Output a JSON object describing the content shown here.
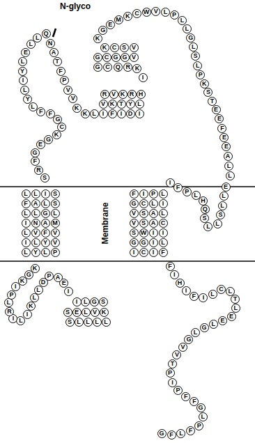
{
  "diagram": {
    "nodes": [
      {
        "text": [
          "L"
        ]
      },
      {
        "text": [
          "L"
        ]
      },
      {
        "text": [
          "L"
        ]
      },
      {
        "text": [
          "L"
        ]
      },
      {
        "text": [
          "S"
        ]
      },
      {
        "text": [
          "S"
        ]
      },
      {
        "text": [
          "E"
        ]
      },
      {
        "text": [
          "L"
        ]
      },
      {
        "text": [
          "V"
        ]
      },
      {
        "text": [
          "K"
        ]
      },
      {
        "text": [
          "S"
        ]
      },
      {
        "text": [
          "G"
        ]
      },
      {
        "text": [
          "L"
        ]
      },
      {
        "text": [
          "I"
        ]
      },
      {
        "text": [
          "I"
        ]
      },
      {
        "text": [
          "E"
        ]
      },
      {
        "text": [
          "A"
        ]
      },
      {
        "text": [
          "P"
        ]
      },
      {
        "text": [
          "D"
        ]
      },
      {
        "text": [
          "L"
        ]
      },
      {
        "text": [
          "L"
        ]
      },
      {
        "text": [
          "K"
        ]
      },
      {
        "text": [
          "I"
        ]
      },
      {
        "text": [
          "L"
        ]
      },
      {
        "text": [
          "I"
        ]
      },
      {
        "text": [
          "R"
        ]
      },
      {
        "text": [
          "L"
        ]
      },
      {
        "text": [
          "P"
        ]
      },
      {
        "text": [
          "I"
        ]
      },
      {
        "text": [
          "K"
        ]
      },
      {
        "text": [
          "G"
        ]
      },
      {
        "text": [
          "K"
        ]
      },
      {
        "text": [
          "L"
        ]
      },
      {
        "text": [
          "L"
        ]
      },
      {
        "text": [
          "I"
        ]
      },
      {
        "text": [
          "S"
        ]
      },
      {
        "text": [
          "F"
        ]
      },
      {
        "text": [
          "A"
        ]
      },
      {
        "text": [
          "L"
        ]
      },
      {
        "text": [
          "S"
        ]
      },
      {
        "text": [
          "L"
        ]
      },
      {
        "text": [
          "L"
        ]
      },
      {
        "text": [
          "G"
        ]
      },
      {
        "text": [
          "L"
        ]
      },
      {
        "text": [
          "I"
        ]
      },
      {
        "text": [
          "N"
        ]
      },
      {
        "text": [
          "A"
        ]
      },
      {
        "text": [
          "M"
        ]
      },
      {
        "text": [
          "L"
        ]
      },
      {
        "text": [
          "V"
        ]
      },
      {
        "text": [
          "F"
        ]
      },
      {
        "text": [
          "V"
        ]
      },
      {
        "text": [
          "I"
        ]
      },
      {
        "text": [
          "L"
        ]
      },
      {
        "text": [
          "Y"
        ]
      },
      {
        "text": [
          "V"
        ]
      },
      {
        "text": [
          "L"
        ]
      },
      {
        "text": [
          "Y"
        ]
      },
      {
        "text": [
          "L"
        ]
      },
      {
        "text": [
          "P"
        ]
      },
      {
        "text": [
          "S"
        ]
      },
      {
        "text": [
          "R"
        ]
      },
      {
        "text": [
          "F"
        ]
      },
      {
        "text": [
          "G"
        ]
      },
      {
        "text": [
          "E"
        ]
      },
      {
        "text": [
          "G"
        ]
      },
      {
        "text": [
          "K"
        ]
      },
      {
        "text": [
          "C"
        ]
      },
      {
        "text": [
          "G"
        ]
      },
      {
        "text": [
          "F"
        ]
      },
      {
        "text": [
          "F"
        ]
      },
      {
        "text": [
          "L"
        ]
      },
      {
        "text": [
          "Y"
        ]
      },
      {
        "text": [
          "L"
        ]
      },
      {
        "text": [
          "I"
        ]
      },
      {
        "text": [
          "Y"
        ]
      },
      {
        "text": [
          "L"
        ]
      },
      {
        "text": [
          "E"
        ]
      },
      {
        "text": [
          "L"
        ]
      },
      {
        "text": [
          "L"
        ]
      },
      {
        "text": [
          "Q"
        ]
      },
      {
        "text": [
          "N"
        ]
      },
      {
        "text": [
          "A"
        ]
      },
      {
        "text": [
          "T"
        ]
      },
      {
        "text": [
          "F"
        ]
      },
      {
        "text": [
          "P"
        ]
      },
      {
        "text": [
          "V"
        ]
      },
      {
        "text": [
          "V"
        ]
      },
      {
        "text": [
          "K"
        ]
      },
      {
        "text": [
          "K"
        ]
      },
      {
        "text": [
          "L"
        ]
      },
      {
        "text": [
          "I"
        ]
      },
      {
        "text": [
          "F"
        ]
      },
      {
        "text": [
          "I"
        ]
      },
      {
        "text": [
          "D"
        ]
      },
      {
        "text": [
          "I"
        ]
      },
      {
        "text": [
          "L"
        ]
      },
      {
        "text": [
          "Y"
        ]
      },
      {
        "text": [
          "T"
        ]
      },
      {
        "text": [
          "K"
        ]
      },
      {
        "text": [
          "V"
        ]
      },
      {
        "text": [
          "R"
        ]
      },
      {
        "text": [
          "V"
        ]
      },
      {
        "text": [
          "K"
        ]
      },
      {
        "text": [
          "R"
        ]
      },
      {
        "text": [
          "H"
        ]
      },
      {
        "text": [
          "I"
        ]
      },
      {
        "text": [
          "K"
        ]
      },
      {
        "text": [
          "R"
        ]
      },
      {
        "text": [
          "Q"
        ]
      },
      {
        "text": [
          "C"
        ]
      },
      {
        "text": [
          "G"
        ]
      },
      {
        "text": [
          "G"
        ]
      },
      {
        "text": [
          "C"
        ]
      },
      {
        "text": [
          "G"
        ]
      },
      {
        "text": [
          "G"
        ]
      },
      {
        "text": [
          "V"
        ]
      },
      {
        "text": [
          "V"
        ]
      },
      {
        "text": [
          "S"
        ]
      },
      {
        "text": [
          "C"
        ]
      },
      {
        "text": [
          "K"
        ]
      },
      {
        "text": [
          "K"
        ]
      },
      {
        "text": [
          "G"
        ]
      },
      {
        "text": [
          "E"
        ]
      },
      {
        "text": [
          "M"
        ]
      },
      {
        "text": [
          "K"
        ]
      },
      {
        "text": [
          "C"
        ]
      },
      {
        "text": [
          "W"
        ]
      },
      {
        "text": [
          "V"
        ]
      },
      {
        "text": [
          "L"
        ]
      },
      {
        "text": [
          "P"
        ]
      },
      {
        "text": [
          "L"
        ]
      },
      {
        "text": [
          "L"
        ]
      },
      {
        "text": [
          "G"
        ]
      },
      {
        "text": [
          "L"
        ]
      },
      {
        "text": [
          "S"
        ]
      },
      {
        "text": [
          "L"
        ]
      },
      {
        "text": [
          "P"
        ]
      },
      {
        "text": [
          "K"
        ]
      },
      {
        "text": [
          "S"
        ]
      },
      {
        "text": [
          "T"
        ]
      },
      {
        "text": [
          "E"
        ]
      },
      {
        "text": [
          "E"
        ]
      },
      {
        "text": [
          "F"
        ]
      },
      {
        "text": [
          "E"
        ]
      },
      {
        "text": [
          "E"
        ]
      },
      {
        "text": [
          "A"
        ]
      },
      {
        "text": [
          "L"
        ]
      },
      {
        "text": [
          "L"
        ]
      },
      {
        "text": [
          "E"
        ]
      },
      {
        "text": [
          "L"
        ]
      },
      {
        "text": [
          "L"
        ]
      },
      {
        "text": [
          "S"
        ]
      },
      {
        "text": [
          "L"
        ]
      },
      {
        "text": [
          "L"
        ]
      },
      {
        "text": [
          "S"
        ]
      },
      {
        "text": [
          "Q"
        ]
      },
      {
        "text": [
          "H"
        ]
      },
      {
        "text": [
          "L"
        ]
      },
      {
        "text": [
          "P"
        ]
      },
      {
        "text": [
          "F"
        ]
      },
      {
        "text": [
          "I"
        ]
      },
      {
        "text": [
          "F"
        ]
      },
      {
        "text": [
          "I"
        ]
      },
      {
        "text": [
          "P"
        ]
      },
      {
        "text": [
          "L"
        ]
      },
      {
        "text": [
          "G"
        ]
      },
      {
        "text": [
          "C"
        ]
      },
      {
        "text": [
          "L"
        ]
      },
      {
        "text": [
          "I"
        ]
      },
      {
        "text": [
          "V"
        ]
      },
      {
        "text": [
          "S"
        ]
      },
      {
        "text": [
          "A"
        ]
      },
      {
        "text": [
          "L"
        ]
      },
      {
        "text": [
          "V"
        ]
      },
      {
        "text": [
          "S"
        ]
      },
      {
        "text": [
          "A"
        ]
      },
      {
        "text": [
          "C"
        ]
      },
      {
        "text": [
          "S"
        ]
      },
      {
        "text": [
          "W"
        ]
      },
      {
        "text": [
          "I"
        ]
      },
      {
        "text": [
          "I"
        ]
      },
      {
        "text": [
          "G"
        ]
      },
      {
        "text": [
          "G"
        ]
      },
      {
        "text": [
          "I"
        ]
      },
      {
        "text": [
          "L"
        ]
      },
      {
        "text": [
          "I"
        ]
      },
      {
        "text": [
          "C"
        ]
      },
      {
        "text": [
          "I"
        ]
      },
      {
        "text": [
          "F"
        ]
      },
      {
        "text": [
          "F"
        ]
      },
      {
        "text": [
          "I"
        ]
      },
      {
        "text": [
          "H"
        ]
      },
      {
        "text": [
          "I"
        ]
      },
      {
        "text": [
          "F"
        ]
      },
      {
        "text": [
          "I"
        ]
      },
      {
        "text": [
          "L"
        ]
      },
      {
        "text": [
          "C"
        ]
      },
      {
        "text": [
          "L"
        ]
      },
      {
        "text": [
          "T"
        ]
      },
      {
        "text": [
          "L"
        ]
      },
      {
        "text": [
          "E"
        ]
      },
      {
        "text": [
          "E"
        ]
      },
      {
        "text": [
          "L"
        ]
      },
      {
        "text": [
          "G"
        ]
      },
      {
        "text": [
          "L"
        ]
      },
      {
        "text": [
          "G"
        ]
      },
      {
        "text": [
          "V"
        ]
      },
      {
        "text": [
          "V"
        ]
      },
      {
        "text": [
          "T"
        ]
      },
      {
        "text": [
          "P"
        ]
      },
      {
        "text": [
          "I"
        ]
      },
      {
        "text": [
          "P"
        ]
      },
      {
        "text": [
          "F"
        ]
      },
      {
        "text": [
          "F"
        ]
      },
      {
        "text": [
          "G"
        ]
      },
      {
        "text": [
          "L"
        ]
      },
      {
        "text": [
          "P"
        ]
      },
      {
        "text": [
          "F"
        ]
      },
      {
        "text": [
          "L"
        ]
      },
      {
        "text": [
          "F"
        ]
      },
      {
        "text": [
          "G"
        ]
      }
    ],
    "labels": [
      "N-glyco",
      "Membrane"
    ]
  }
}
